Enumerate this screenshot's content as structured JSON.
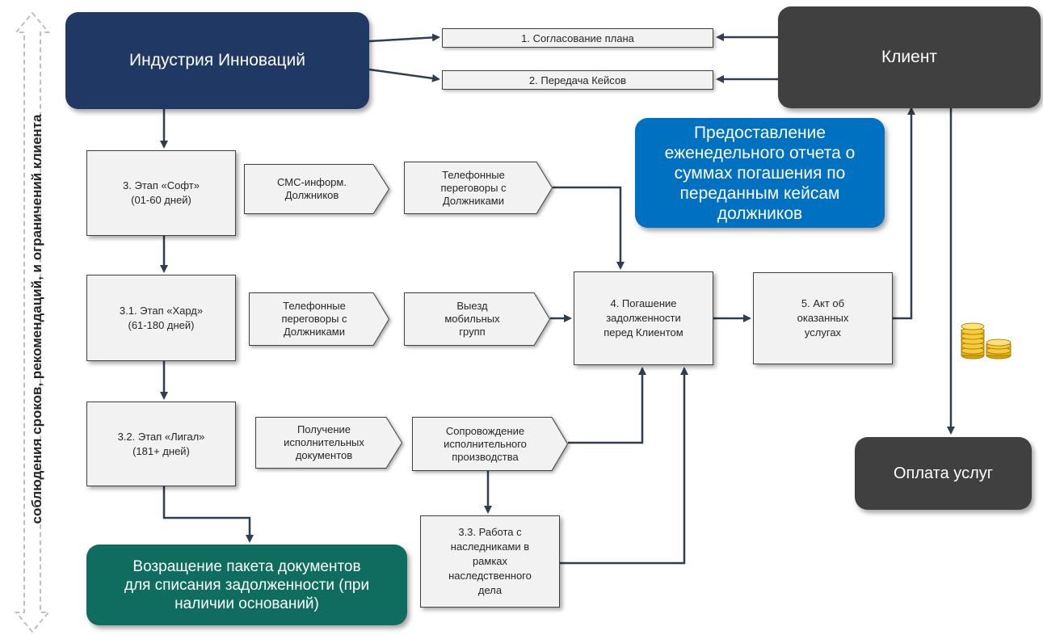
{
  "side_label": "соблюдения сроков, рекомендаций, и ограничений клиента",
  "industry": "Индустрия Инноваций",
  "client": "Клиент",
  "payment": "Оплата услуг",
  "steps": {
    "plan": "1. Согласование плана",
    "cases": "2. Передача Кейсов"
  },
  "report": "Предоставление\nеженедельного отчета о\nсуммах погашения по\nпереданным кейсам\nдолжников",
  "stages": {
    "soft": "3. Этап «Софт»\n(01-60 дней)",
    "hard": "3.1. Этап «Хард»\n(61-180 дней)",
    "legal": "3.2. Этап «Лигал»\n(181+ дней)",
    "heirs": "3.3. Работа с\nнаследниками в\nрамках\nнаследственного\nдела",
    "repayment": "4. Погашение\nзадолженности\nперед Клиентом",
    "act": "5. Акт об\nоказанных\nуслугах"
  },
  "actions": {
    "sms": "СМС-информ.\nДолжников",
    "calls_soft": "Телефонные\nпереговоры с\nДолжниками",
    "calls_hard": "Телефонные\nпереговоры с\nДолжниками",
    "visit": "Выезд\nмобильных\nгрупп",
    "exec_docs": "Получение\nисполнительных\nдокументов",
    "enforcement": "Сопровождение\nисполнительного\nпроизводства"
  },
  "return_docs": "Возращение пакета документов\nдля списания задолженности (при\nналичии оснований)",
  "icons": {
    "coins": "coins-icon",
    "side_arrow": "double-arrow-icon"
  },
  "colors": {
    "navy": "#1f3864",
    "charcoal": "#404040",
    "blue": "#0070c0",
    "teal": "#0e6d5f",
    "box_fill": "#f2f2f2",
    "arrow": "#2f3f4f"
  }
}
